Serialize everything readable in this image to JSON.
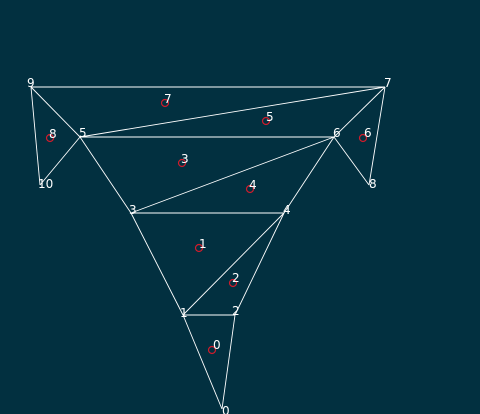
{
  "colors": {
    "background": "#023040",
    "edge": "#ffffff",
    "centroid": "#d01c2c",
    "label": "#ffffff"
  },
  "vertex_labels": [
    "0",
    "1",
    "2",
    "3",
    "4",
    "5",
    "6",
    "7",
    "8",
    "9",
    "10"
  ],
  "face_labels": [
    "0",
    "1",
    "2",
    "3",
    "4",
    "5",
    "6",
    "7",
    "8"
  ]
}
